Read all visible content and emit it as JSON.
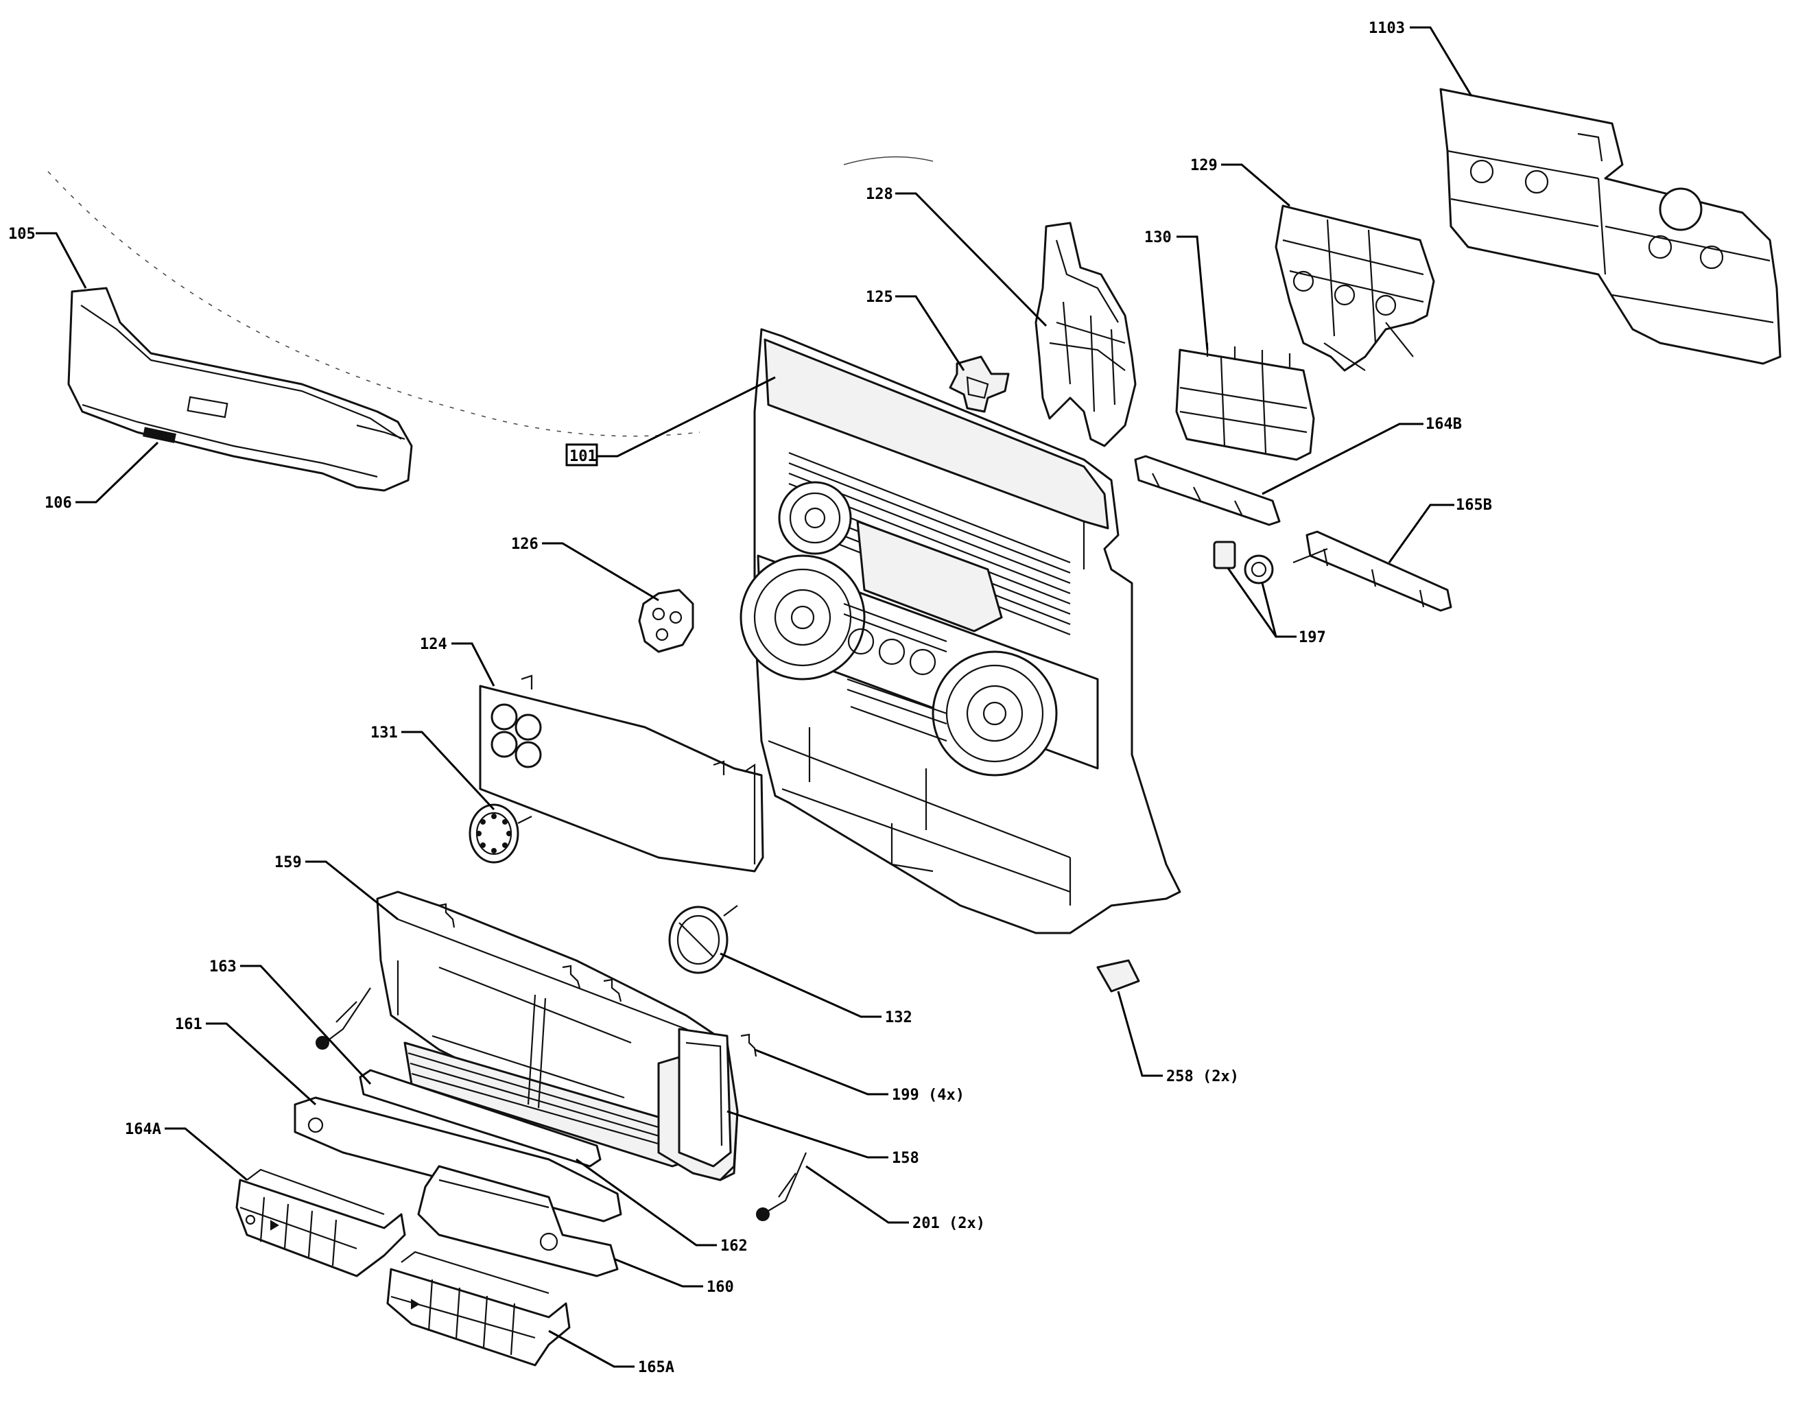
{
  "diagram": {
    "type": "exploded-parts-view",
    "callouts": {
      "c1103": "1103",
      "c129": "129",
      "c128": "128",
      "c130": "130",
      "c125": "125",
      "c105": "105",
      "c101": "101",
      "c106": "106",
      "c164B": "164B",
      "c165B": "165B",
      "c197": "197",
      "c126": "126",
      "c124": "124",
      "c131": "131",
      "c159": "159",
      "c132": "132",
      "c258": "258 (2x)",
      "c163": "163",
      "c199": "199 (4x)",
      "c161": "161",
      "c164A": "164A",
      "c158": "158",
      "c201": "201 (2x)",
      "c162": "162",
      "c160": "160",
      "c165A": "165A"
    }
  }
}
